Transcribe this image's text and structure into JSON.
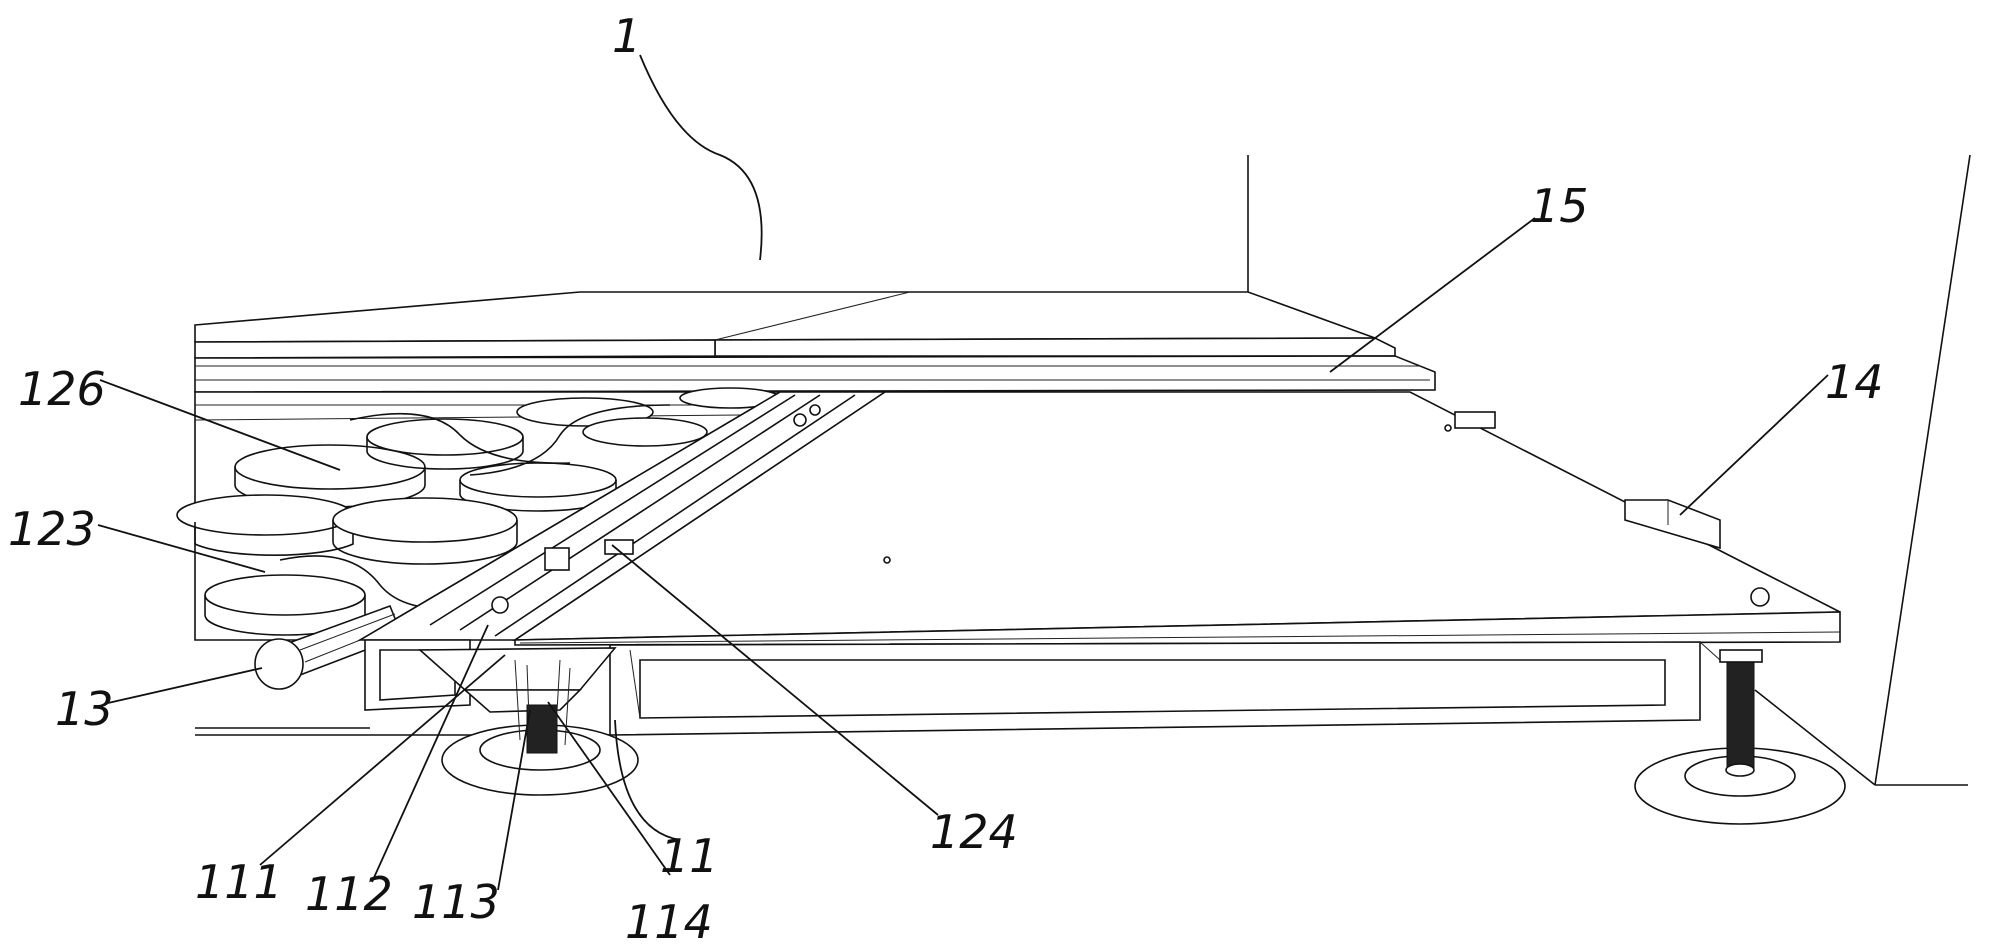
{
  "labels": {
    "l1": "1",
    "l15": "15",
    "l14": "14",
    "l126": "126",
    "l123": "123",
    "l13": "13",
    "l124": "124",
    "l111": "111",
    "l112": "112",
    "l113": "113",
    "l114": "114",
    "l11": "11"
  }
}
